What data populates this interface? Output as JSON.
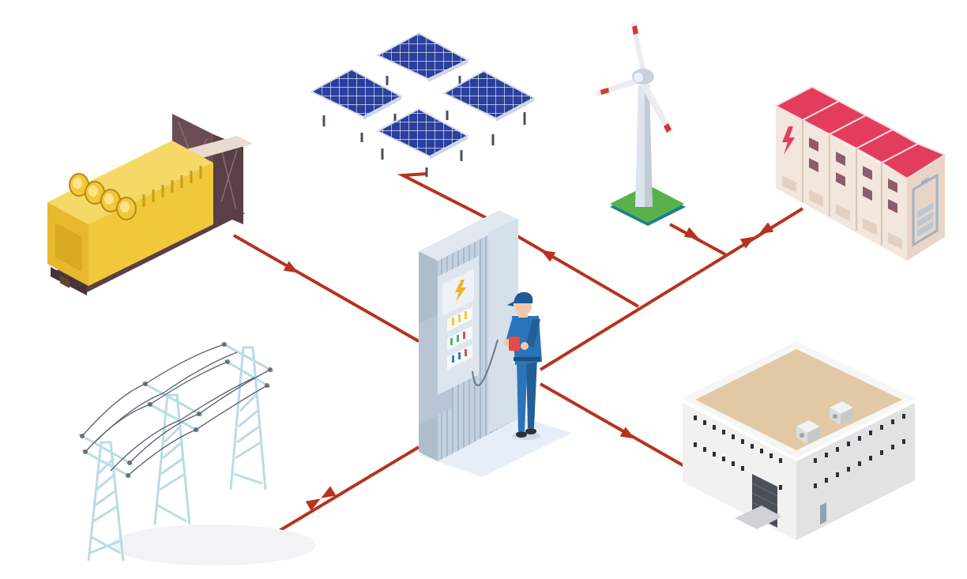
{
  "diagram": {
    "type": "microgrid-energy-flow",
    "nodes": [
      {
        "id": "diesel-generator",
        "icon": "generator-icon"
      },
      {
        "id": "solar-panels",
        "icon": "solar-panel-icon"
      },
      {
        "id": "wind-turbine",
        "icon": "wind-turbine-icon"
      },
      {
        "id": "battery-storage",
        "icon": "battery-icon"
      },
      {
        "id": "switchboard",
        "icon": "electrical-panel-icon"
      },
      {
        "id": "technician",
        "icon": "worker-icon"
      },
      {
        "id": "power-grid",
        "icon": "transmission-tower-icon"
      },
      {
        "id": "building",
        "icon": "building-icon"
      }
    ],
    "flows": [
      {
        "from": "diesel-generator",
        "to": "switchboard"
      },
      {
        "from": "solar-panels",
        "to": "switchboard"
      },
      {
        "from": "wind-turbine",
        "to": "switchboard"
      },
      {
        "from": "battery-storage",
        "to": "switchboard",
        "bidirectional": true
      },
      {
        "from": "power-grid",
        "to": "switchboard",
        "bidirectional": true
      },
      {
        "from": "switchboard",
        "to": "building"
      }
    ]
  },
  "colors": {
    "line": "#b7321e",
    "generator": "#f0c93a",
    "generator_frame": "#6b4d55",
    "solar": "#2a3f9e",
    "battery_top": "#e23d5c",
    "battery_body": "#f3e6dc",
    "panel": "#cbd7e4",
    "building_roof": "#e2c9a6",
    "building_wall": "#f1f1f1",
    "turbine_base": "#58b14a",
    "worker": "#2a74b8",
    "tower": "#b9dce6"
  }
}
